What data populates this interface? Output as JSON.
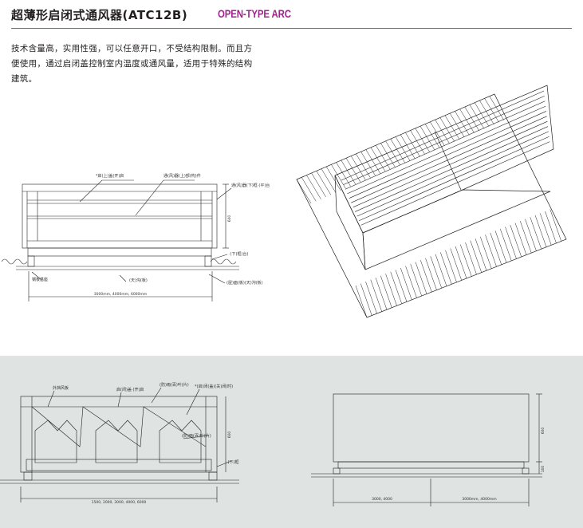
{
  "header": {
    "title_cn": "超薄形启闭式通风器(ATC12B)",
    "title_en": "OPEN-TYPE ARC",
    "title_en_color": "#a3238e"
  },
  "description": {
    "lines": [
      "技术含量高，实用性强，可以任意开口，不受结构限制。而且方",
      "便使用，通过启闭盖控制室内温度或通风量，适用于特殊的结构",
      "建筑。"
    ]
  },
  "elevation": {
    "labels": {
      "top_left": "*启(上)盖(开)启",
      "top_mid": "通(风)器(上)部(构)件",
      "right_top": "通(风)器(下)框·(平)台",
      "height_dim": "600",
      "right_mid": "·(下)框(台)",
      "bottom_left": "钢板基座",
      "bottom_mid": "(天)沟(板)",
      "bottom_right": "(屋)面(板)(天)沟(板)",
      "width_dim": "3000mm, 4000mm, 6000mm"
    }
  },
  "section_a": {
    "labels": {
      "top_left": "外挡风板",
      "top_mid": "启(闭)盖·(开)启",
      "top_right1": "(防)雨(百)叶(片)",
      "top_right2": "*(启)闭(盖)(关)闭(时)",
      "mid_right": "(防)雨(百)叶(片)",
      "height_dim": "600",
      "right_mid": "·(下)框",
      "width_dim": "1500, 2000, 3000, 4000, 6000"
    }
  },
  "section_b": {
    "labels": {
      "height_dim": "600",
      "small_dim": "100",
      "dim_left": "3000, 4000",
      "dim_right": "3000mm, 4000mm"
    }
  }
}
